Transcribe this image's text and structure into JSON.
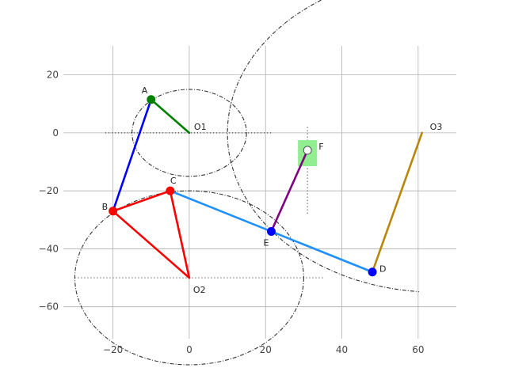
{
  "chart_data": {
    "type": "linkage-diagram",
    "xlim": [
      -33,
      70
    ],
    "ylim": [
      -71,
      30
    ],
    "grid": true,
    "x_ticks": [
      {
        "value": -20,
        "label": "−20"
      },
      {
        "value": 0,
        "label": "0"
      },
      {
        "value": 20,
        "label": "20"
      },
      {
        "value": 40,
        "label": "40"
      },
      {
        "value": 60,
        "label": "60"
      }
    ],
    "y_ticks": [
      {
        "value": 20,
        "label": "20"
      },
      {
        "value": 0,
        "label": "0"
      },
      {
        "value": -20,
        "label": "−20"
      },
      {
        "value": -40,
        "label": "−40"
      },
      {
        "value": -60,
        "label": "−60"
      }
    ],
    "points": [
      {
        "id": "A",
        "label": "A",
        "x": -10,
        "y": 11.5,
        "marker": true,
        "color": "#008000"
      },
      {
        "id": "O1",
        "label": "O1",
        "x": 0,
        "y": 0,
        "marker": false
      },
      {
        "id": "B",
        "label": "B",
        "x": -20,
        "y": -27,
        "marker": true,
        "color": "#ff0000"
      },
      {
        "id": "C",
        "label": "C",
        "x": -5,
        "y": -20,
        "marker": true,
        "color": "#ff0000"
      },
      {
        "id": "O2",
        "label": "O2",
        "x": 0,
        "y": -50,
        "marker": false
      },
      {
        "id": "E",
        "label": "E",
        "x": 21.5,
        "y": -34,
        "marker": true,
        "color": "#0000ff"
      },
      {
        "id": "D",
        "label": "D",
        "x": 48,
        "y": -48,
        "marker": true,
        "color": "#0000ff"
      },
      {
        "id": "F",
        "label": "F",
        "x": 31,
        "y": -6,
        "marker": true,
        "color": "#ffffff"
      },
      {
        "id": "O3",
        "label": "O3",
        "x": 61,
        "y": 0,
        "marker": false
      }
    ],
    "links": [
      {
        "from": "A",
        "to": "O1",
        "color": "#008000"
      },
      {
        "from": "A",
        "to": "B",
        "color": "#0000ff"
      },
      {
        "from": "B",
        "to": "C",
        "color": "#ff0000"
      },
      {
        "from": "C",
        "to": "O2",
        "color": "#ff0000"
      },
      {
        "from": "O2",
        "to": "B",
        "color": "#ff0000"
      },
      {
        "from": "C",
        "to": "D",
        "color": "#1e90ff"
      },
      {
        "from": "E",
        "to": "F",
        "color": "#800080"
      },
      {
        "from": "D",
        "to": "O3",
        "color": "#b8860b"
      }
    ],
    "circles": [
      {
        "cx": 0,
        "cy": 0,
        "r": 15
      },
      {
        "cx": 0,
        "cy": -50,
        "r": 30
      }
    ],
    "arcs": [
      {
        "cx": 65,
        "cy": 0,
        "r": 55,
        "from_deg": 110,
        "to_deg": 265
      }
    ],
    "dotted_lines": [
      {
        "x1": -22,
        "y1": 0,
        "x2": 22,
        "y2": 0
      },
      {
        "x1": -30,
        "y1": -50,
        "x2": 35,
        "y2": -50
      },
      {
        "x1": 31,
        "y1": 2,
        "x2": 31,
        "y2": -28
      }
    ],
    "slider_box": {
      "x": 28.5,
      "y": -2.5,
      "w": 5,
      "h": 9,
      "color": "#90ee90"
    },
    "colors": {
      "grid": "#b0b0b0",
      "trace": "#333333"
    }
  }
}
